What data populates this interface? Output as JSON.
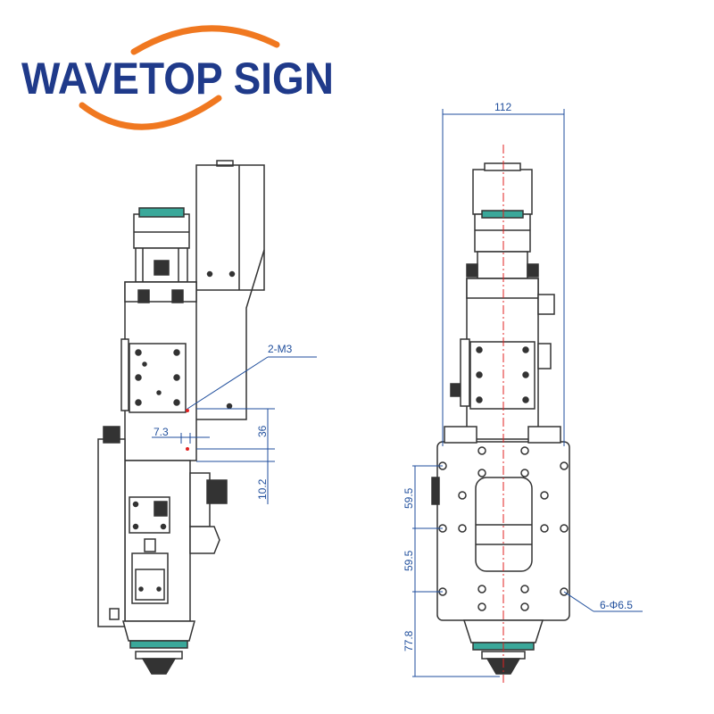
{
  "brand": {
    "name": "WAVETOP SIGN",
    "text_color": "#1f3a8a",
    "arc_color": "#f07820"
  },
  "colors": {
    "line": "#333333",
    "dimension": "#1f4e9c",
    "centerline": "#e02020",
    "accent_teal": "#3aa89a"
  },
  "dimensions": {
    "width_top": "112",
    "thread_callout": "2-M3",
    "offset_horizontal": "7.3",
    "height_36": "36",
    "height_10_2": "10.2",
    "pitch_1": "59.5",
    "pitch_2": "59.5",
    "bottom_77_8": "77.8",
    "hole_callout": "6-Φ6.5"
  }
}
